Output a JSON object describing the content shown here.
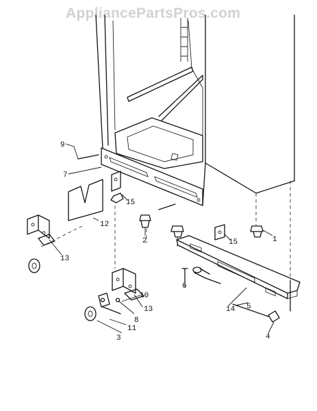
{
  "watermark": "AppliancePartsPros.com",
  "callouts": [
    {
      "id": "c1",
      "label": "1"
    },
    {
      "id": "c2",
      "label": "2"
    },
    {
      "id": "c3",
      "label": "3"
    },
    {
      "id": "c4",
      "label": "4"
    },
    {
      "id": "c5",
      "label": "5"
    },
    {
      "id": "c6",
      "label": "6"
    },
    {
      "id": "c7",
      "label": "7"
    },
    {
      "id": "c8",
      "label": "8"
    },
    {
      "id": "c9",
      "label": "9"
    },
    {
      "id": "c10",
      "label": "10"
    },
    {
      "id": "c11",
      "label": "11"
    },
    {
      "id": "c12",
      "label": "12"
    },
    {
      "id": "c13a",
      "label": "13"
    },
    {
      "id": "c13b",
      "label": "13"
    },
    {
      "id": "c14",
      "label": "14"
    },
    {
      "id": "c15a",
      "label": "15"
    },
    {
      "id": "c15b",
      "label": "15"
    }
  ]
}
